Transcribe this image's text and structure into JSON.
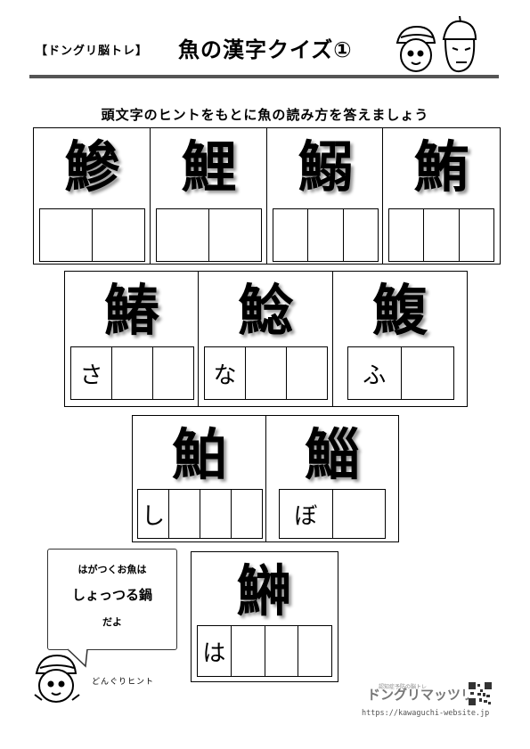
{
  "header": {
    "tag": "【ドングリ脳トレ】",
    "title": "魚の漢字クイズ①"
  },
  "instruction": "頭文字のヒントをもとに魚の読み方を答えましょう",
  "row1": [
    {
      "kanji": "鰺",
      "hint": "",
      "boxes": 2
    },
    {
      "kanji": "鯉",
      "hint": "",
      "boxes": 2
    },
    {
      "kanji": "鰯",
      "hint": "",
      "boxes": 3
    },
    {
      "kanji": "鮪",
      "hint": "",
      "boxes": 3
    }
  ],
  "row2": [
    {
      "kanji": "鰆",
      "hint": "さ",
      "boxes": 3
    },
    {
      "kanji": "鯰",
      "hint": "な",
      "boxes": 3
    },
    {
      "kanji": "鰒",
      "hint": "ふ",
      "boxes": 2
    }
  ],
  "row3": [
    {
      "kanji": "鮊",
      "hint": "し",
      "boxes": 4
    },
    {
      "kanji": "鯔",
      "hint": "ぼ",
      "boxes": 2
    }
  ],
  "row4": [
    {
      "kanji": "鰰",
      "hint": "は",
      "boxes": 4
    }
  ],
  "bubble": {
    "line1": "はがつくお魚は",
    "line2": "しょっつる鍋",
    "line3": "だよ"
  },
  "hint_label": "どんぐりヒント",
  "footer": {
    "brand_small": "認知症予防の脳トレ",
    "brand": "ドングリマッツリ",
    "url": "https://kawaguchi-website.jp"
  },
  "icons": [
    "acorn-character-icon",
    "qr-code-icon"
  ]
}
